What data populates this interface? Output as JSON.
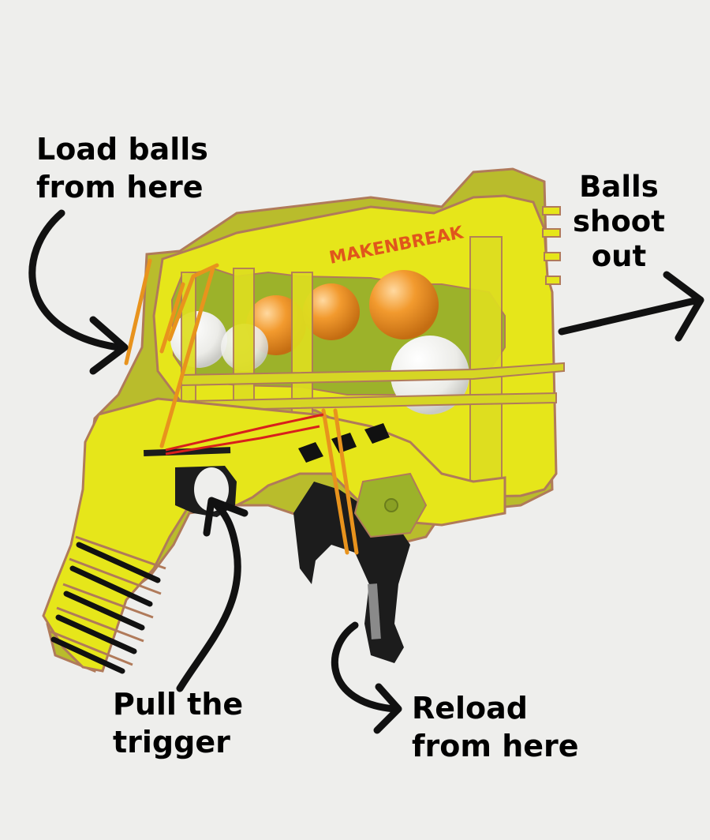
{
  "colors": {
    "background": "#eeeeec",
    "body": "#e6e61a",
    "body_shade": "#b9bc2c",
    "edge": "#b07a5a",
    "dark_part": "#1c1c1c",
    "ball_white": "#f5f5f2",
    "ball_orange": "#f09a2c",
    "rubber_band": "#e8931d",
    "red_band": "#d8201c",
    "arrow": "#111111",
    "brand_text": "#e0561c"
  },
  "brand": "MAKENBREAK",
  "annotations": {
    "load": {
      "lines": [
        "Load balls",
        "from here"
      ],
      "icon": "curved-arrow-icon"
    },
    "shoot": {
      "lines": [
        "Balls",
        "shoot",
        "out"
      ],
      "icon": "arrow-right-icon"
    },
    "trigger": {
      "lines": [
        "Pull the",
        "trigger"
      ],
      "icon": "curved-arrow-icon"
    },
    "reload": {
      "lines": [
        "Reload",
        "from here"
      ],
      "icon": "curved-arrow-icon"
    }
  }
}
